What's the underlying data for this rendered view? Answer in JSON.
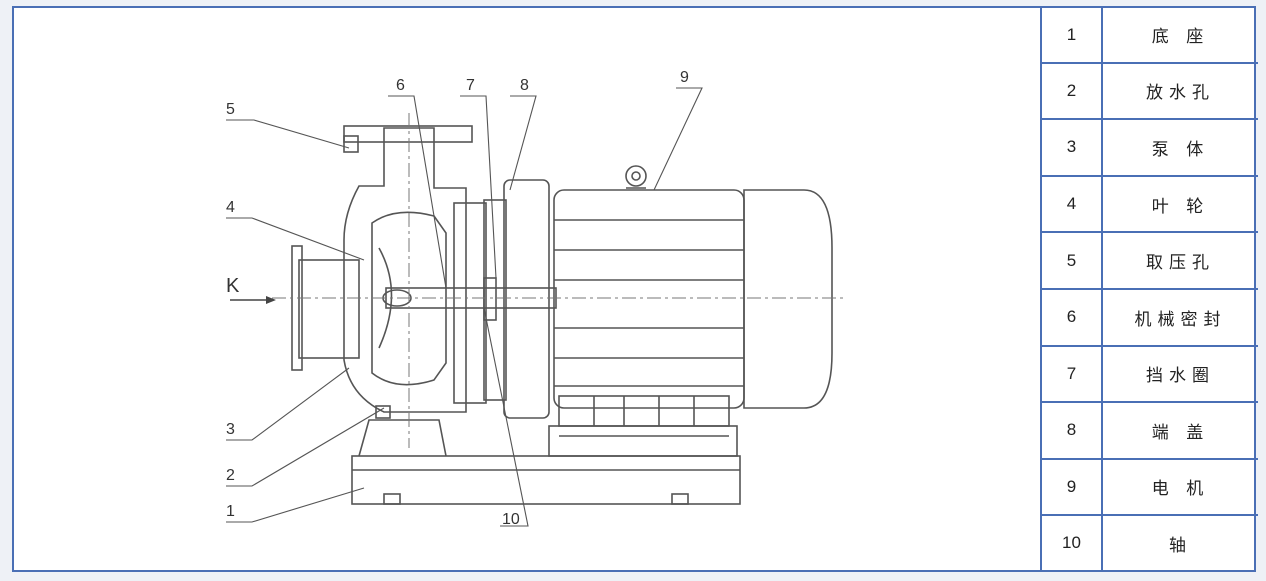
{
  "diagram": {
    "callouts": [
      "1",
      "2",
      "3",
      "4",
      "5",
      "6",
      "7",
      "8",
      "9",
      "10"
    ],
    "flow_label": "K"
  },
  "legend": {
    "rows": [
      {
        "num": "1",
        "name": "底 座"
      },
      {
        "num": "2",
        "name": "放水孔"
      },
      {
        "num": "3",
        "name": "泵 体"
      },
      {
        "num": "4",
        "name": "叶 轮"
      },
      {
        "num": "5",
        "name": "取压孔"
      },
      {
        "num": "6",
        "name": "机械密封"
      },
      {
        "num": "7",
        "name": "挡水圈"
      },
      {
        "num": "8",
        "name": "端 盖"
      },
      {
        "num": "9",
        "name": "电 机"
      },
      {
        "num": "10",
        "name": "轴"
      }
    ]
  },
  "colors": {
    "border": "#4a6fb5",
    "line": "#555555",
    "background": "#ffffff"
  }
}
